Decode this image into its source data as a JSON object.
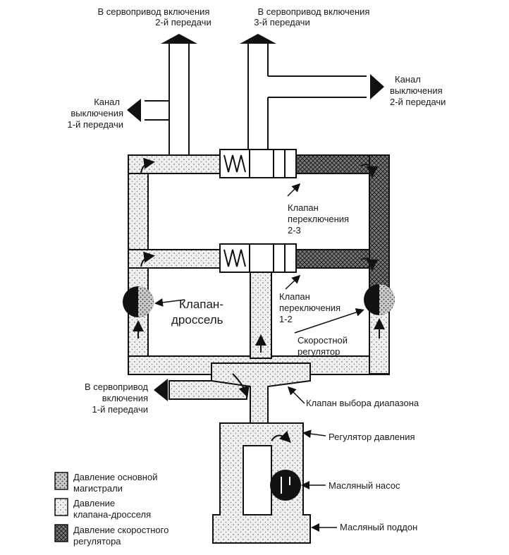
{
  "labels": {
    "servo2": [
      "В сервопривод включения",
      "2-й передачи"
    ],
    "servo3": [
      "В сервопривод включения",
      "3-й передачи"
    ],
    "kanal2": [
      "Канал",
      "выключения",
      "2-й передачи"
    ],
    "kanal1": [
      "Канал",
      "выключения",
      "1-й передачи"
    ],
    "valve23": [
      "Клапан",
      "переключения",
      "2-3"
    ],
    "valve12": [
      "Клапан",
      "переключения",
      "1-2"
    ],
    "throttle": [
      "Клапан-",
      "дроссель"
    ],
    "governor": [
      "Скоростной",
      "регулятор"
    ],
    "servo1": [
      "В сервопривод",
      "включения",
      "1-й передачи"
    ],
    "range": "Клапан выбора диапазона",
    "pressure_reg": "Регулятор давления",
    "pump": "Масляный насос",
    "sump": "Масляный поддон"
  },
  "legend": [
    {
      "lines": [
        "Давление основной",
        "магистрали"
      ]
    },
    {
      "lines": [
        "Давление",
        "клапана-дросселя"
      ]
    },
    {
      "lines": [
        "Давление скоростного",
        "регулятора"
      ]
    }
  ]
}
